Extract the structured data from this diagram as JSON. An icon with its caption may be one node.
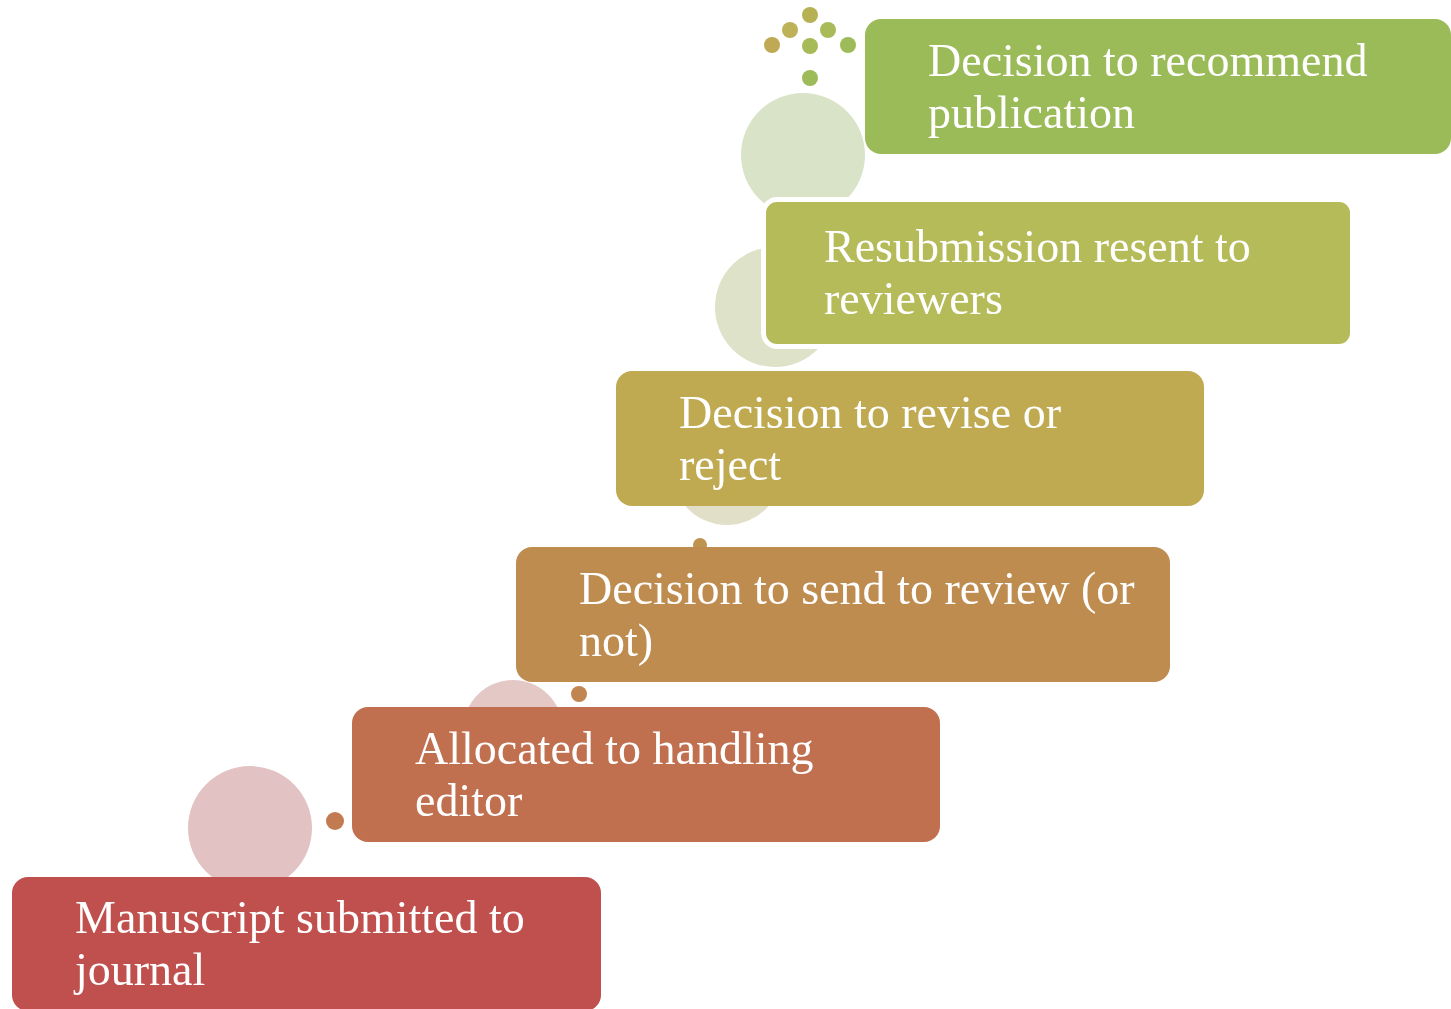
{
  "diagram": {
    "nodes": [
      {
        "text": [
          "Manuscript submitted to journal"
        ]
      },
      {
        "text": [
          "Allocated to handling editor"
        ]
      },
      {
        "text": [
          "Decision to send to review (or not)"
        ]
      },
      {
        "text": [
          "Decision to revise or reject"
        ]
      },
      {
        "text": [
          "Resubmission resent to reviewers"
        ]
      },
      {
        "text": [
          "Decision to recommend publication"
        ]
      }
    ]
  }
}
